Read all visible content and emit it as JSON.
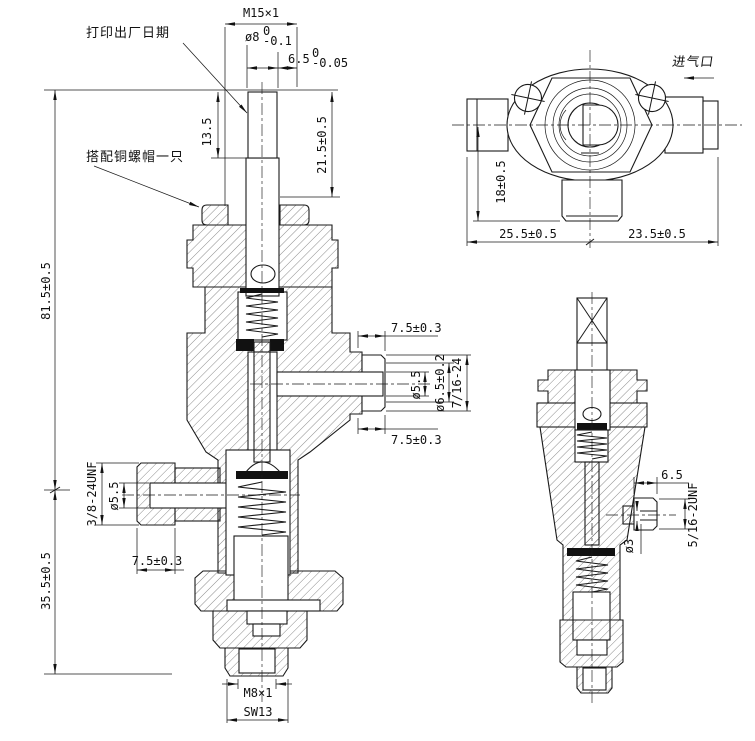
{
  "colors": {
    "ink": "#1a1a1a",
    "background": "#ffffff"
  },
  "annotations": {
    "print_date_note": "打印出厂日期",
    "copper_nut_note": "搭配铜螺帽一只"
  },
  "front_view": {
    "thread_top": "M15×1",
    "stem_dia": {
      "base": "ø8",
      "tol_upper": "0",
      "tol_lower": "-0.1"
    },
    "stem_len": {
      "base": "6.5",
      "tol_upper": "0",
      "tol_lower": "-0.05"
    },
    "dim_step": "13.5",
    "dim_stem": "21.5±0.5",
    "dim_body_upper": "81.5±0.5",
    "dim_body_lower": "35.5±0.5",
    "right_port": {
      "len_top": "7.5±0.3",
      "bore": "ø5.5",
      "tip_dia": "ø6.5±0.2",
      "thread": "7/16-24",
      "len_bottom": "7.5±0.3"
    },
    "left_port": {
      "thread": "3/8-24UNF",
      "bore": "ø5.5",
      "len": "7.5±0.3"
    },
    "bottom_thread": "M8×1",
    "wrench_size": "SW13"
  },
  "top_view": {
    "air_inlet_label": "进气口",
    "dim_height": "18±0.5",
    "dim_left": "25.5±0.5",
    "dim_right": "23.5±0.5"
  },
  "side_view": {
    "dim_port_len": "6.5",
    "thread": "5/16-2UNF",
    "bore": "ø3"
  }
}
